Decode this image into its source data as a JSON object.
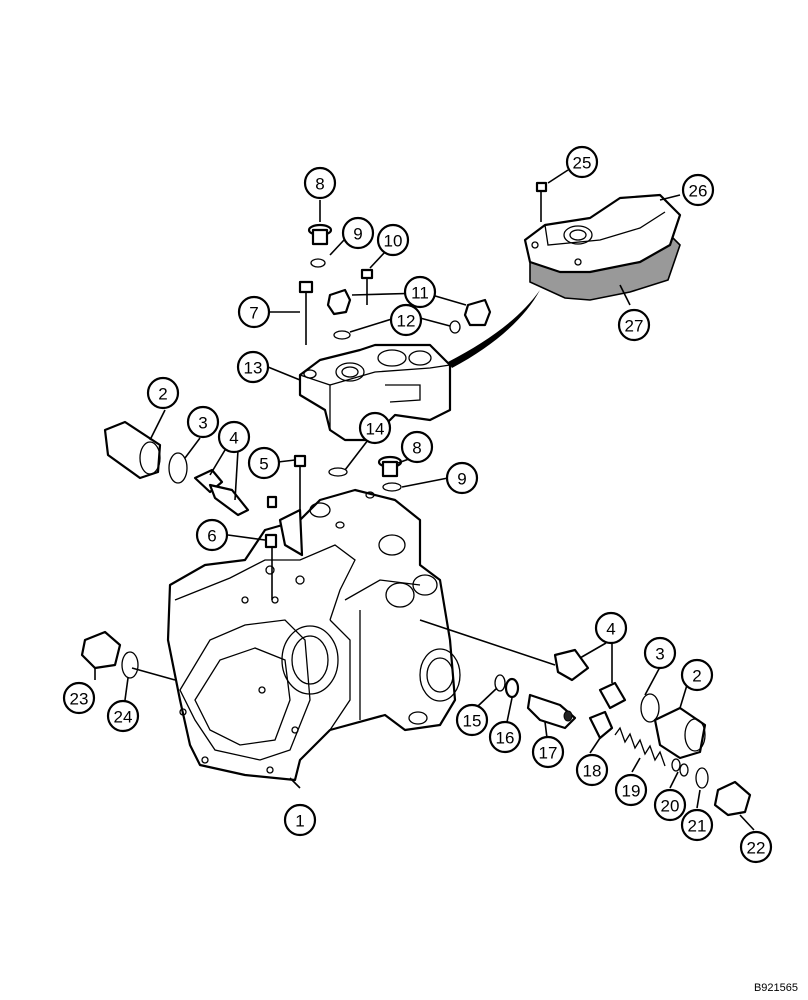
{
  "drawing_code": "B921565",
  "callouts": [
    {
      "id": "c1",
      "text": "1"
    },
    {
      "id": "c2a",
      "text": "2"
    },
    {
      "id": "c2b",
      "text": "2"
    },
    {
      "id": "c3a",
      "text": "3"
    },
    {
      "id": "c3b",
      "text": "3"
    },
    {
      "id": "c4a",
      "text": "4"
    },
    {
      "id": "c4b",
      "text": "4"
    },
    {
      "id": "c5",
      "text": "5"
    },
    {
      "id": "c6",
      "text": "6"
    },
    {
      "id": "c7",
      "text": "7"
    },
    {
      "id": "c8a",
      "text": "8"
    },
    {
      "id": "c8b",
      "text": "8"
    },
    {
      "id": "c9a",
      "text": "9"
    },
    {
      "id": "c9b",
      "text": "9"
    },
    {
      "id": "c10",
      "text": "10"
    },
    {
      "id": "c11",
      "text": "11"
    },
    {
      "id": "c12",
      "text": "12"
    },
    {
      "id": "c13",
      "text": "13"
    },
    {
      "id": "c14",
      "text": "14"
    },
    {
      "id": "c15",
      "text": "15"
    },
    {
      "id": "c16",
      "text": "16"
    },
    {
      "id": "c17",
      "text": "17"
    },
    {
      "id": "c18",
      "text": "18"
    },
    {
      "id": "c19",
      "text": "19"
    },
    {
      "id": "c20",
      "text": "20"
    },
    {
      "id": "c21",
      "text": "21"
    },
    {
      "id": "c22",
      "text": "22"
    },
    {
      "id": "c23",
      "text": "23"
    },
    {
      "id": "c24",
      "text": "24"
    },
    {
      "id": "c25",
      "text": "25"
    },
    {
      "id": "c26",
      "text": "26"
    },
    {
      "id": "c27",
      "text": "27"
    }
  ]
}
